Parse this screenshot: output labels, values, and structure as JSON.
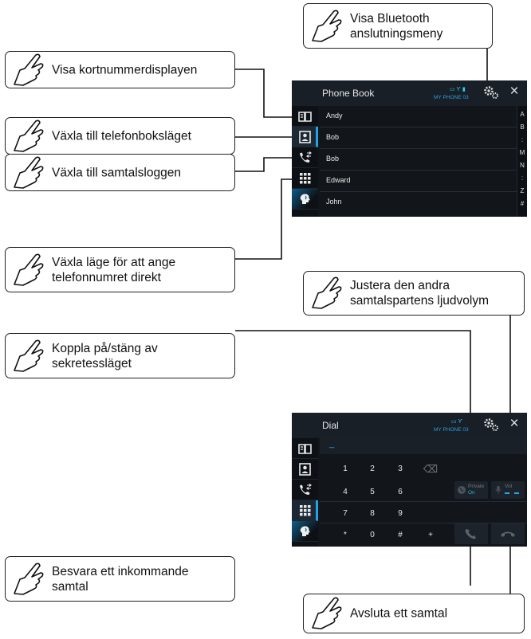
{
  "callouts": {
    "bluetooth": "Visa Bluetooth\nanslutningsmeny",
    "speed_dial": "Visa kortnummerdisplayen",
    "phonebook_mode": "Växla till telefonboksläget",
    "call_log": "Växla till samtalsloggen",
    "direct_dial": "Växla läge för att ange\ntelefonnumret direkt",
    "volume": "Justera den andra\nsamtalspartens ljudvolym",
    "privacy": "Koppla på/stäng av\nsekretessläget",
    "answer": "Besvara ett inkommande\nsamtal",
    "hangup": "Avsluta ett samtal"
  },
  "phonebook": {
    "title": "Phone Book",
    "device": "MY PHONE 03",
    "contacts": [
      "Andy",
      "Bob",
      "Bob",
      "Edward",
      "John"
    ],
    "alphabet": [
      "A",
      "B",
      ":",
      "M",
      "N",
      ":",
      "Z",
      "#"
    ]
  },
  "dial": {
    "title": "Dial",
    "device": "MY PHONE 03",
    "input": "_",
    "keys": [
      "1",
      "2",
      "3",
      "4",
      "5",
      "6",
      "7",
      "8",
      "9",
      "*",
      "0",
      "#",
      "+"
    ],
    "private_label": "Private",
    "private_value": "On",
    "vol_label": "Vol"
  },
  "icons": {
    "close": "×",
    "backspace": "⌫"
  },
  "colors": {
    "accent": "#1fa4e8",
    "screen_bg": "#12161b"
  }
}
